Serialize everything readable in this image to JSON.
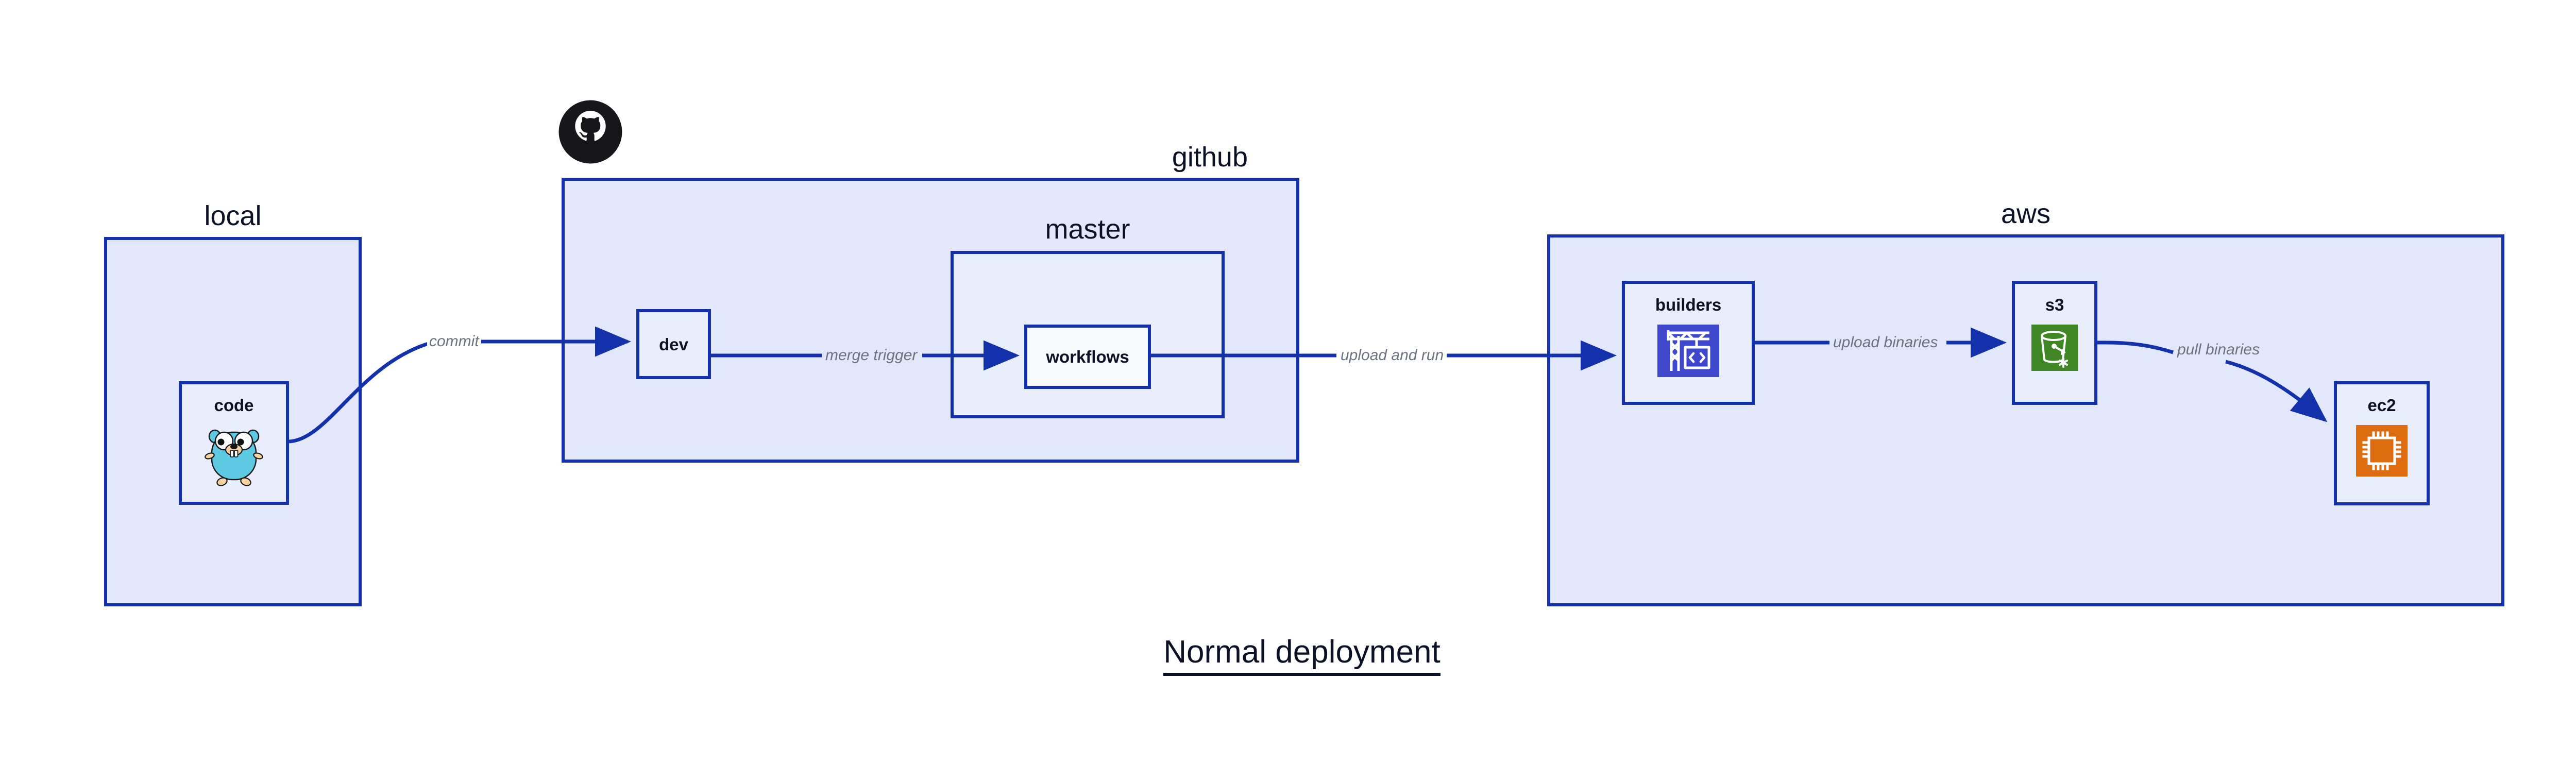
{
  "diagram": {
    "title": "Normal deployment",
    "groups": [
      {
        "id": "local",
        "label": "local"
      },
      {
        "id": "github",
        "label": "github"
      },
      {
        "id": "master",
        "label": "master"
      },
      {
        "id": "aws",
        "label": "aws"
      }
    ],
    "nodes": [
      {
        "id": "code",
        "label": "code",
        "icon": "go-gopher-icon"
      },
      {
        "id": "dev",
        "label": "dev",
        "icon": null
      },
      {
        "id": "workflows",
        "label": "workflows",
        "icon": null
      },
      {
        "id": "builders",
        "label": "builders",
        "icon": "aws-codebuild-crane-icon"
      },
      {
        "id": "s3",
        "label": "s3",
        "icon": "aws-s3-bucket-icon"
      },
      {
        "id": "ec2",
        "label": "ec2",
        "icon": "aws-ec2-chip-icon"
      }
    ],
    "edges": [
      {
        "id": "code-to-dev",
        "from": "code",
        "to": "dev",
        "label": "commit"
      },
      {
        "id": "dev-to-workflows",
        "from": "dev",
        "to": "workflows",
        "label": "merge trigger"
      },
      {
        "id": "workflows-to-builders",
        "from": "workflows",
        "to": "builders",
        "label": "upload and run"
      },
      {
        "id": "builders-to-s3",
        "from": "builders",
        "to": "s3",
        "label": "upload binaries"
      },
      {
        "id": "s3-to-ec2",
        "from": "s3",
        "to": "ec2",
        "label": "pull binaries"
      }
    ],
    "logos": [
      {
        "id": "github-octocat",
        "name": "github-octocat-logo"
      }
    ],
    "colors": {
      "stroke_blue": "#1431ac",
      "group_fill": "#e2e7fb",
      "node_fill": "#e9edfc",
      "label_gray": "#6b7280",
      "text_dark": "#0d1126",
      "codebuild_indigo": "#3f48cc",
      "s3_green": "#3f8624",
      "ec2_orange": "#dd6b10",
      "gopher_cyan": "#5dc9e2",
      "gopher_tan": "#f6d2a2",
      "octocat_black": "#17171b"
    }
  }
}
